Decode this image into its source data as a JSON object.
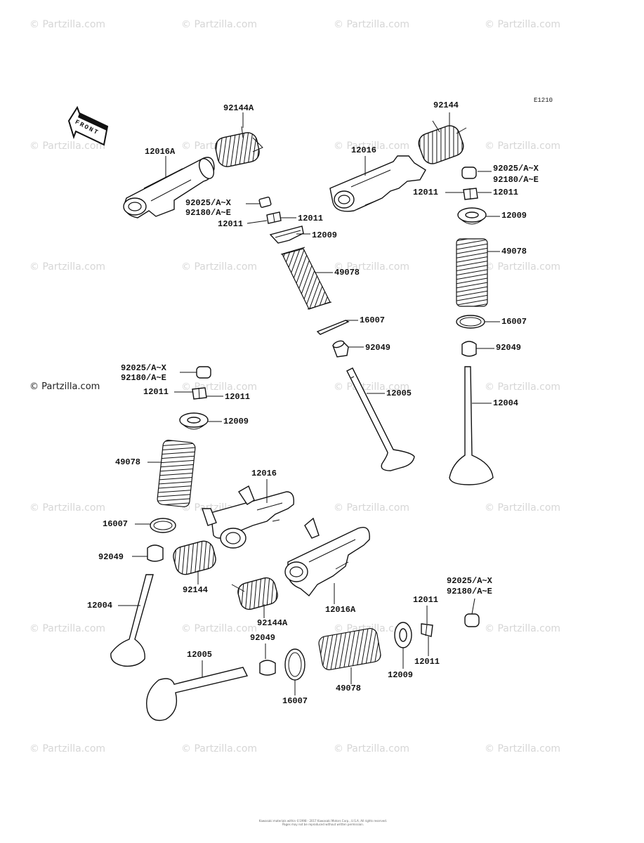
{
  "diagram_code": "E1210",
  "front_label": "FRONT",
  "watermark": "© Partzilla.com",
  "watermark_primary": "© Partzilla.com",
  "copyright_lines": [
    "Kawasaki materials within ©1998 - 2017 Kawasaki Motors Corp., U.S.A. All rights reserved.",
    "Pages may not be reproduced without written permission."
  ],
  "labels": {
    "l92144A_top": "92144A",
    "l12016A_top": "12016A",
    "l92025_top_l1": "92025/A~X",
    "l92025_top_l2": "92180/A~E",
    "l12011_top_r": "12011",
    "l12011_top_l": "12011",
    "l12009_top": "12009",
    "l49078_top": "49078",
    "l16007_top": "16007",
    "l92049_top": "92049",
    "l12005_top": "12005",
    "l92144_tr": "92144",
    "l12016_tr": "12016",
    "l92025_tr_l1": "92025/A~X",
    "l92025_tr_l2": "92180/A~E",
    "l12011_tr_l": "12011",
    "l12011_tr_r": "12011",
    "l12009_tr": "12009",
    "l49078_tr": "49078",
    "l16007_tr": "16007",
    "l92049_tr": "92049",
    "l12004_tr": "12004",
    "l92025_ml_l1": "92025/A~X",
    "l92025_ml_l2": "92180/A~E",
    "l12011_ml_l": "12011",
    "l12011_ml_r": "12011",
    "l12009_ml": "12009",
    "l49078_ml": "49078",
    "l16007_ml": "16007",
    "l92049_ml": "92049",
    "l12004_ml": "12004",
    "l12016_mid": "12016",
    "l92144_mid": "92144",
    "l92144A_mid": "92144A",
    "l12016A_mid": "12016A",
    "l12005_bot": "12005",
    "l92049_bot": "92049",
    "l16007_bot": "16007",
    "l49078_bot": "49078",
    "l12009_bot": "12009",
    "l12011_bot_t": "12011",
    "l12011_bot_b": "12011",
    "l92025_br_l1": "92025/A~X",
    "l92025_br_l2": "92180/A~E"
  }
}
